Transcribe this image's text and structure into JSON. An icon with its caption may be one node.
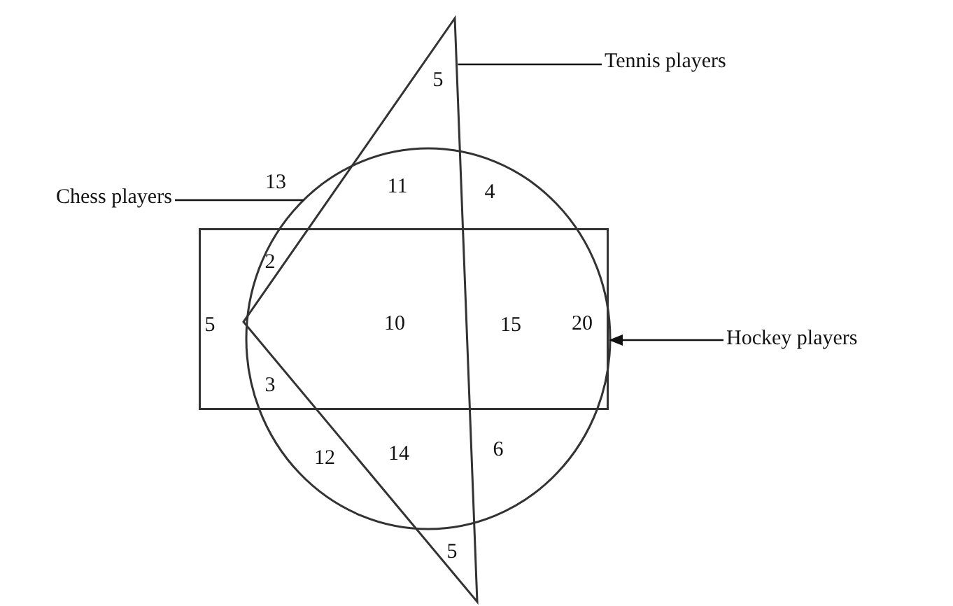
{
  "diagram": {
    "nodes": [
      {
        "text": [
          "Chess players"
        ]
      },
      {
        "text": [],
        "shape": "circle"
      },
      {
        "text": [
          "Tennis players"
        ]
      },
      {
        "text": [],
        "shape": "triangle"
      },
      {
        "text": [
          "Hockey players"
        ]
      },
      {
        "text": [],
        "shape": "box"
      }
    ],
    "edges": [
      {
        "from": 0,
        "to": 1,
        "arrow": "none"
      },
      {
        "from": 2,
        "to": 3,
        "arrow": "none"
      },
      {
        "from": 4,
        "to": 5,
        "arrow": "to"
      }
    ],
    "labels": [
      "5",
      "13",
      "11",
      "4",
      "2",
      "5",
      "10",
      "15",
      "20",
      "3",
      "12",
      "14",
      "6",
      "5"
    ]
  }
}
